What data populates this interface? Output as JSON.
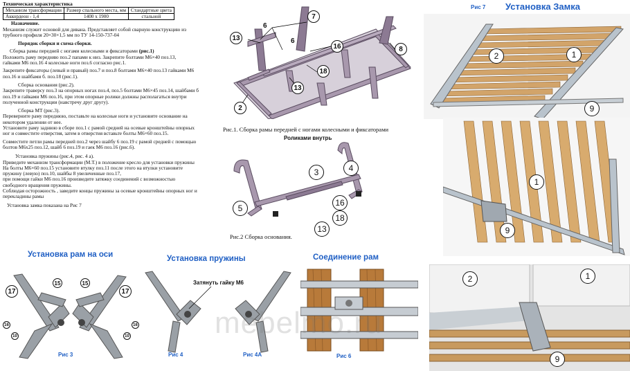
{
  "doc": {
    "title": "Техническая характеристика",
    "table": {
      "headers": [
        "Механизм трансформации",
        "Размер спального места, мм",
        "Стандартные цвета"
      ],
      "row": [
        "Аккордеон - 1,4",
        "1400 х 1900",
        "стальной"
      ]
    },
    "purpose_title": "Назначение.",
    "purpose_1": "Механизм служит  основой для дивана. Представляет собой сварную конструкцию из",
    "purpose_2": "трубного профиля 20×30×1,5 мм  по ТУ 14-150-737-04",
    "order_title": "Порядок сборки и схема сборки.",
    "s1_title": "Сборка рамы передней с ногами колесными и фиксаторами",
    "s1_ref": "(рис.1)",
    "s1_l1": "Положить  раму передняю поз.2 папами к низ.  Закрепите болтами М6×40 поз.13,",
    "s1_l2": "гайками М6 поз.16  4  колесные ноги поз.6   согласно рис.1.",
    "s1_l3": "Закрепите фиксаторы (левый и правый) поз.7 и поз.8 болтами М6×40 поз.13 гайками М6",
    "s1_l4": "поз.16 и шайбами б. поз.18 (рис.1).",
    "s2_title": "Сборка основания (рис.2).",
    "s2_l1": "Закрепите траверсу поз.3 на опорных ногах поз.4, поз.5 болтами М6×45 поз.14, шайбами б",
    "s2_l2": "поз.19 и гайками М6 поз.16, при этом опорные ролики должны располагаться внутри",
    "s2_l3": "полученной конструкции (навстречу друг другу).",
    "s3_title": "Сборка  МТ   (рис.3).",
    "s3_l1": "Переверните раму переднюю, поставьте на колесные ноги и установите основание на",
    "s3_l2": "некотором удалении от нее.",
    "s3_l3": "Установите раму заднюю в сборе поз.1 с рамой средней на осевые кронштейны опорных",
    "s3_l4": "ног  и совместите отверстия, затем в отверстия вставьте болты М6×60 поз.15.",
    "s3_l5": "Совместите петли рамы передней поз.2 через шайбу 6 поз.19 с рамой средней с помощью",
    "s3_l6": "болтов М6х25 поз.12, шайб 6 поз.19 и гаек М6 поз.16 (рис.6).",
    "s4_title": "Установка пружины (рис.4, рис. 4 а).",
    "s4_l1": "Приведите механизм трансформации (М.Т.) в положение кресло для установки пружины",
    "s4_l2": "На болты М6×60 поз.15 установите втулку поз.11  после этого на втулки установите",
    "s4_l3": "пружину (левую) поз.10,  шайбы 8 увеличенные поз.17,",
    "s4_l4": "при помощи гайки М6 поз.16 произведите затяжку соединений с возможностью",
    "s4_l5": "свободного  вращения пружины.",
    "s4_l6": "Соблюдая осторожность , заведите концы пружины за осевые кронштейны опорных ног и",
    "s4_l7": "перекладины рамы",
    "lock_note": "Установка замка показана на Рис 7"
  },
  "fig1": {
    "caption": "Рис.1. Сборка рамы передней с ногами колесными и фиксаторами",
    "callouts": [
      "7",
      "6",
      "13",
      "16",
      "8",
      "18",
      "2",
      "13",
      "6"
    ]
  },
  "fig2": {
    "caption": "Рис.2 Сборка основания.",
    "note": "Роликами внутрь",
    "callouts": [
      "4",
      "3",
      "5",
      "16",
      "18",
      "13"
    ]
  },
  "fig7": {
    "label": "Рис 7",
    "title": "Установка Замка",
    "callouts_top": [
      "2",
      "1",
      "9"
    ],
    "callouts_mid": [
      "1",
      "9"
    ],
    "callouts_bot": [
      "2",
      "1",
      "9"
    ]
  },
  "fig3": {
    "title": "Установка рам на оси",
    "caption": "Рис 3",
    "callouts": [
      "15",
      "15",
      "17",
      "17",
      "16",
      "10",
      "10",
      "16"
    ]
  },
  "fig4": {
    "title": "Установка пружины",
    "note": "Затянуть гайку М6",
    "caption_a": "Рис 4",
    "caption_b": "Рис 4А"
  },
  "fig6": {
    "title": "Соединение рам",
    "caption": "Рис 6"
  },
  "watermark": "mebelmo.ru",
  "colors": {
    "blue_heading": "#1f5fc4",
    "frame_purple": "#8c7a93",
    "slat_wood": "#d2a46a",
    "steel": "#b9c3cc"
  }
}
